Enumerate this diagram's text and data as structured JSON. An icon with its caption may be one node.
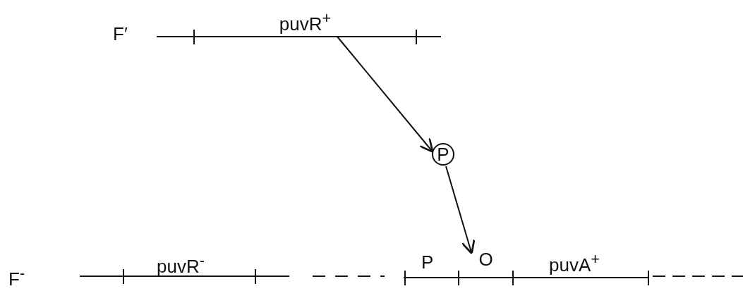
{
  "diagram": {
    "nodes": [
      {
        "text": [
          "puvR$^{+}$"
        ]
      },
      {
        "text": [
          "P"
        ]
      },
      {
        "text": [
          "O"
        ]
      }
    ],
    "edges": [
      {
        "from": 0,
        "to": 1,
        "arrow": "to"
      },
      {
        "from": 1,
        "to": 2,
        "arrow": "to"
      }
    ],
    "labels": [
      "F′",
      "F$^{-}$",
      "puvR$^{-}$",
      "P",
      "puvA$^{+}$"
    ]
  }
}
